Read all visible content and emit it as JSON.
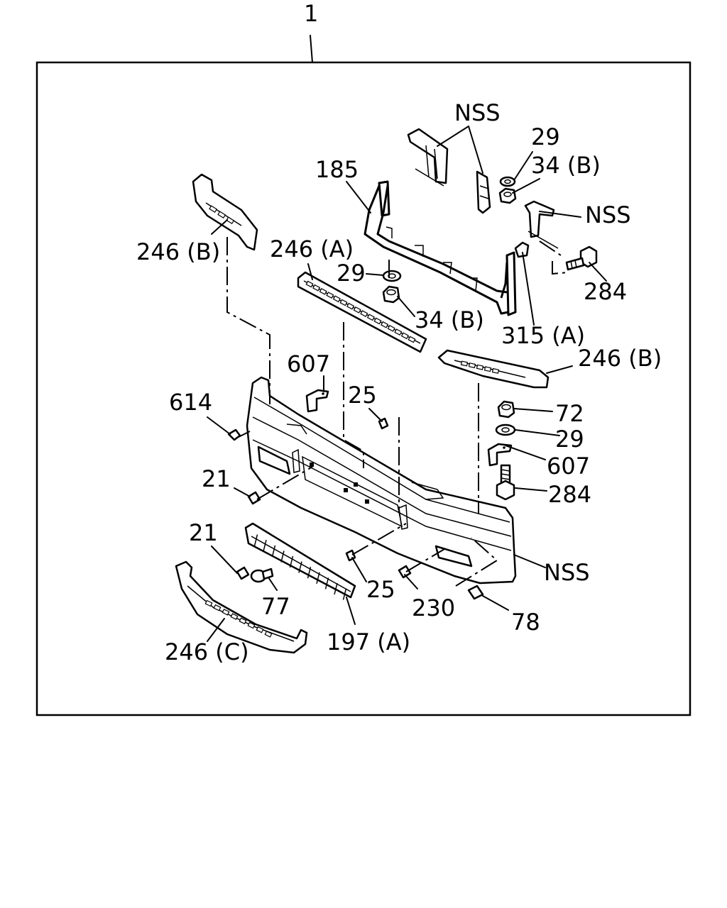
{
  "diagram": {
    "assembly_number": "1",
    "labels": {
      "nss_top": "NSS",
      "p29_top": "29",
      "p34b_top": "34 (B)",
      "p185": "185",
      "nss_right": "NSS",
      "p246b_left": "246 (B)",
      "p246a": "246 (A)",
      "p29_mid": "29",
      "p284_top": "284",
      "p34b_mid": "34 (B)",
      "p315a": "315 (A)",
      "p607_left": "607",
      "p246b_right": "246 (B)",
      "p614": "614",
      "p25_top": "25",
      "p72": "72",
      "p29_right": "29",
      "p607_right": "607",
      "p21_a": "21",
      "p284_bottom": "284",
      "p21_b": "21",
      "nss_bottom": "NSS",
      "p25_bottom": "25",
      "p77": "77",
      "p230": "230",
      "p78": "78",
      "p197a": "197 (A)",
      "p246c": "246 (C)"
    }
  }
}
